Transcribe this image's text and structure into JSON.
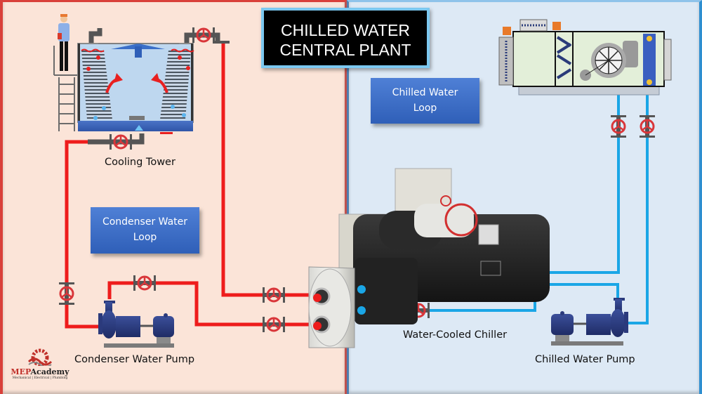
{
  "title": {
    "line1": "CHILLED WATER",
    "line2": "CENTRAL PLANT"
  },
  "loops": {
    "condenser": {
      "line1": "Condenser Water",
      "line2": "Loop"
    },
    "chilled": {
      "line1": "Chilled Water",
      "line2": "Loop"
    }
  },
  "labels": {
    "cooling_tower": "Cooling Tower",
    "condenser_pump": "Condenser Water Pump",
    "chiller": "Water-Cooled Chiller",
    "chilled_pump": "Chilled Water Pump"
  },
  "logo": {
    "brand_prefix": "MEP",
    "brand_suffix": "Academy",
    "tagline": "Mechanical | Electrical | Plumbing"
  },
  "colors": {
    "condenser_pipe": "#ee1c1c",
    "chilled_pipe": "#1aa6e6",
    "valve": "#d9363a",
    "left_bg": "#fbe4d8",
    "right_bg": "#dde9f5",
    "title_border": "#7cc8f0",
    "loop_box": "#3a6cc8"
  }
}
